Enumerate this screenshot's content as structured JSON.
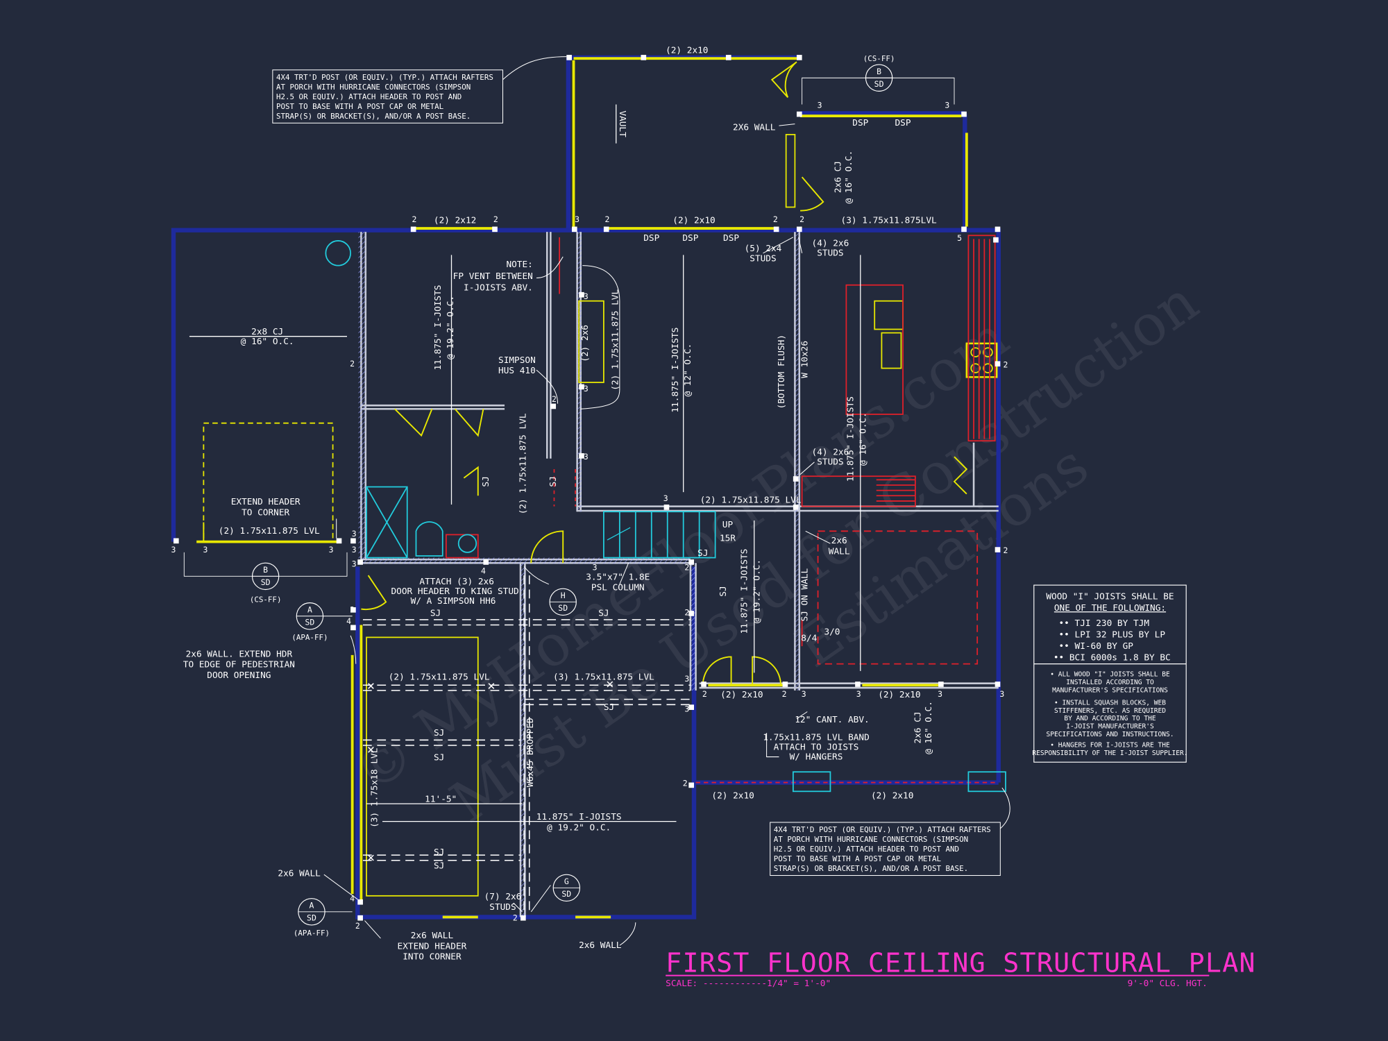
{
  "title": {
    "text": "FIRST FLOOR CEILING STRUCTURAL PLAN",
    "scale": "SCALE: ------------1/4\" = 1'-0\"",
    "clg_hgt": "9'-0\" CLG. HGT."
  },
  "watermark": {
    "line1": "© MyHomeFloorPlans.com",
    "line2": "Must Be Used for Construction",
    "line3": "Estimations"
  },
  "notes": {
    "post_top": [
      "4X4 TRT'D POST (OR EQUIV.) (TYP.) ATTACH RAFTERS",
      "AT PORCH WITH HURRICANE CONNECTORS (SIMPSON",
      "H2.5 OR EQUIV.) ATTACH HEADER TO POST AND",
      "POST TO BASE WITH A POST CAP OR METAL",
      "STRAP(S) OR BRACKET(S), AND/OR A POST BASE."
    ],
    "post_bottom": [
      "4X4 TRT'D POST (OR EQUIV.) (TYP.) ATTACH RAFTERS",
      "AT PORCH WITH HURRICANE CONNECTORS (SIMPSON",
      "H2.5 OR EQUIV.) ATTACH HEADER TO POST AND",
      "POST TO BASE WITH A POST CAP OR METAL",
      "STRAP(S) OR BRACKET(S), AND/OR A POST BASE."
    ],
    "joists_header1": "WOOD \"I\" JOISTS SHALL BE",
    "joists_header2": "ONE OF THE FOLLOWING:",
    "joist_options": [
      "•• TJI 230 BY TJM",
      "•• LPI 32 PLUS BY LP",
      "•• WI-60 BY GP",
      "•• BCI 6000s 1.8 BY BC"
    ],
    "joist_notes": [
      "• ALL WOOD \"I\" JOISTS SHALL BE",
      "INSTALLED ACCORDING TO",
      "MANUFACTURER'S SPECIFICATIONS",
      "• INSTALL SQUASH BLOCKS, WEB",
      "STIFFENERS, ETC. AS REQUIRED",
      "BY AND ACCORDING TO THE",
      "I-JOIST MANUFACTURER'S",
      "SPECIFICATIONS AND INSTRUCTIONS.",
      "• HANGERS FOR I-JOISTS ARE THE",
      "RESPONSIBILITY OF THE I-JOIST SUPPLIER."
    ]
  },
  "labels": {
    "top_2x10": "(2) 2x10",
    "vault": "VAULT",
    "cs_ff_top": "(CS-FF)",
    "wall_2x6_top": "2X6 WALL",
    "dsp": "DSP",
    "cj_2x6_top": "2x6 CJ",
    "cj_oc16": "@ 16\" O.C.",
    "hdr_2x12": "(2) 2x12",
    "hdr_2x10_mid": "(2) 2x10",
    "lvl_3_top": "(3) 1.75x11.875LVL",
    "studs_5": "(5) 2x4",
    "studs_4a": "(4) 2x6",
    "studs": "STUDS",
    "cj_2x8": "2x8 CJ",
    "note": "NOTE:",
    "fp_vent1": "FP VENT BETWEEN",
    "fp_vent2": "I-JOISTS ABV.",
    "ij_1875": "11.875\" I-JOISTS",
    "oc_192": "@ 19.2\" O.C.",
    "oc_12": "@ 12\" O.C.",
    "oc_16": "@ 16\" O.C.",
    "stud_2x6": "(2) 2x6",
    "lvl_2_vert": "(2) 1.75x11.875 LVL",
    "simpson1": "SIMPSON",
    "simpson2": "HUS 410",
    "bottom_flush": "(BOTTOM FLUSH)",
    "w_beam": "W 10x26",
    "studs_4b": "(4) 2x6",
    "extend_hdr1": "EXTEND HEADER",
    "extend_hdr2": "TO CORNER",
    "lvl_2_garage": "(2) 1.75x11.875 LVL",
    "lvl_2_stair": "(2) 1.75x11.875 LVL",
    "sj": "SJ",
    "up": "UP",
    "br": "15R",
    "wall_2x6": "2x6",
    "wall": "WALL",
    "sj_on_wall": "SJ ON WALL",
    "attach1": "ATTACH (3) 2x6",
    "attach2": "DOOR HEADER TO KING STUD",
    "attach3": "W/ A SIMPSON HH6",
    "psl1": "3.5\"x7\" 1.8E",
    "psl2": "PSL COLUMN",
    "cs_ff_b": "(CS-FF)",
    "apa_ff": "(APA-FF)",
    "wall_ext1": "2x6 WALL. EXTEND HDR",
    "wall_ext2": "TO EDGE OF PEDESTRIAN",
    "wall_ext3": "DOOR OPENING",
    "lvl_2_low": "(2) 1.75x11.875 LVL",
    "lvl_3_low": "(3) 1.75x11.875 LVL",
    "hdr_2x10_low": "(2) 2x10",
    "hdr_2x10_r": "(2) 2x10",
    "cant": "12\" CANT. ABV.",
    "band1": "1.75x11.875 LVL BAND",
    "band2": "ATTACH TO JOISTS",
    "band3": "W/ HANGERS",
    "cj_2x6_low": "2x6 CJ",
    "hdr_2x10_p1": "(2) 2x10",
    "hdr_2x10_p2": "(2) 2x10",
    "lvl_3_vert": "(3) 1.75x18 LVL",
    "dropped": "W6x45 DROPPED",
    "dim_115": "11'-5\"",
    "wall_2x6_l": "2x6 WALL",
    "studs_7": "(7) 2x6",
    "wall_ext_b1": "2x6 WALL",
    "wall_ext_b2": "EXTEND HEADER",
    "wall_ext_b3": "INTO CORNER",
    "wall_2x6_b": "2x6 WALL",
    "frac_84": "8/4",
    "frac_30": "3/0"
  },
  "section_tags": [
    {
      "letter": "B",
      "sheet": "SD",
      "ref": "(CS-FF)"
    },
    {
      "letter": "B",
      "sheet": "SD",
      "ref": "(CS-FF)"
    },
    {
      "letter": "A",
      "sheet": "SD",
      "ref": "(APA-FF)"
    },
    {
      "letter": "A",
      "sheet": "SD",
      "ref": "(APA-FF)"
    },
    {
      "letter": "H",
      "sheet": "SD",
      "ref": ""
    },
    {
      "letter": "G",
      "sheet": "SD",
      "ref": ""
    }
  ],
  "counts": [
    "2",
    "3",
    "4",
    "5"
  ],
  "colors": {
    "background": "#232a3c",
    "wall": "#1e2a9c",
    "header": "#e8e800",
    "text": "#ffffff",
    "title": "#ff33cc",
    "redline": "#e0202a",
    "cyan": "#22ccdd"
  }
}
